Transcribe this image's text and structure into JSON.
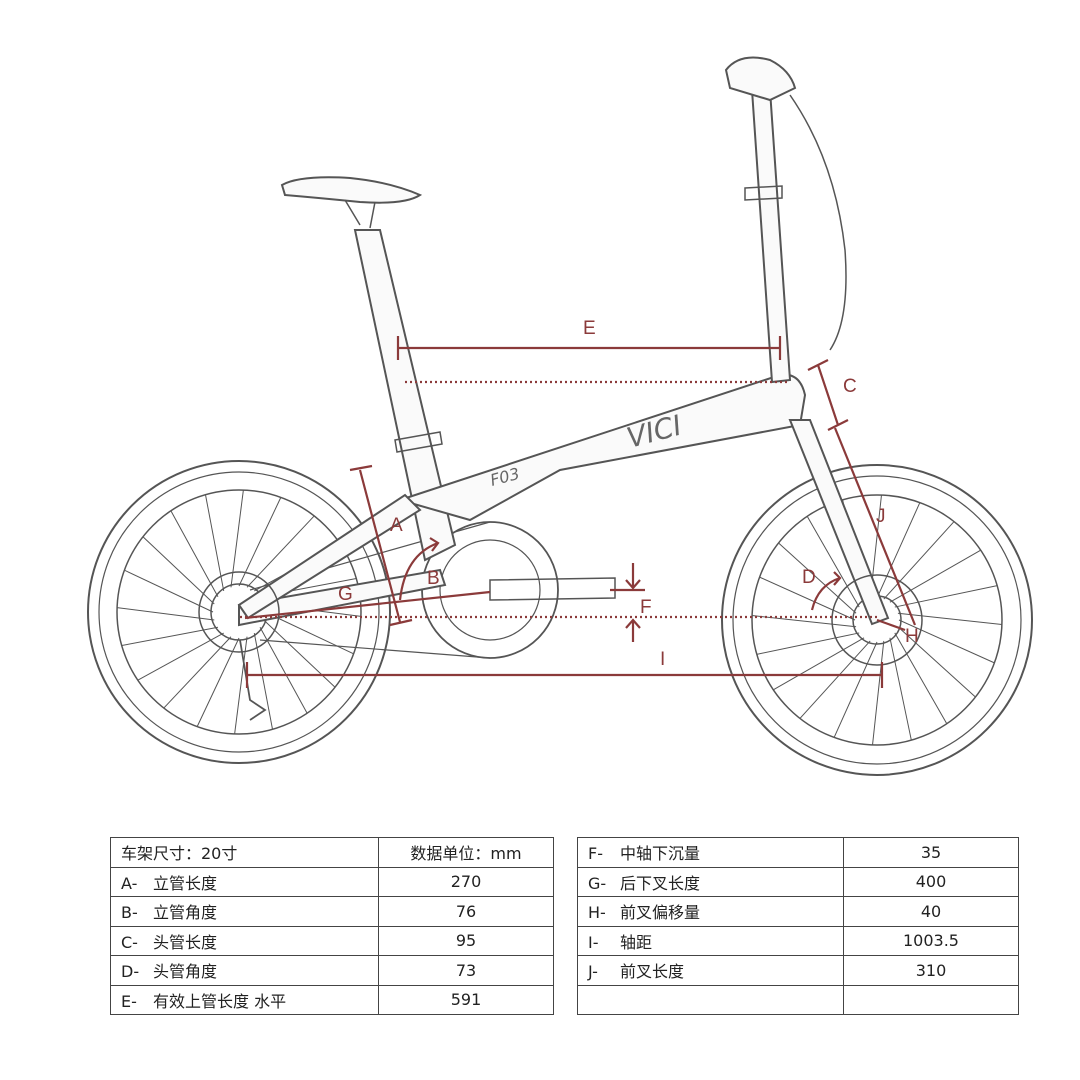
{
  "diagram": {
    "logo_text": "VICI",
    "model_text": "F03",
    "dimension_labels": [
      "A",
      "B",
      "C",
      "D",
      "E",
      "F",
      "G",
      "H",
      "I",
      "J"
    ],
    "colors": {
      "dimension": "#8b3a3a",
      "sketch": "#555555"
    }
  },
  "left_table": {
    "header": {
      "label": "车架尺寸：20寸",
      "unit": "数据单位：mm"
    },
    "rows": [
      {
        "code": "A-",
        "name": "立管长度",
        "value": "270"
      },
      {
        "code": "B-",
        "name": "立管角度",
        "value": "76"
      },
      {
        "code": "C-",
        "name": "头管长度",
        "value": "95"
      },
      {
        "code": "D-",
        "name": "头管角度",
        "value": "73"
      },
      {
        "code": "E-",
        "name": "有效上管长度 水平",
        "value": "591"
      }
    ]
  },
  "right_table": {
    "rows": [
      {
        "code": "F-",
        "name": "中轴下沉量",
        "value": "35"
      },
      {
        "code": "G-",
        "name": "后下叉长度",
        "value": "400"
      },
      {
        "code": "H-",
        "name": "前叉偏移量",
        "value": "40"
      },
      {
        "code": "I-",
        "name": "轴距",
        "value": "1003.5"
      },
      {
        "code": "J-",
        "name": "前叉长度",
        "value": "310"
      }
    ]
  }
}
